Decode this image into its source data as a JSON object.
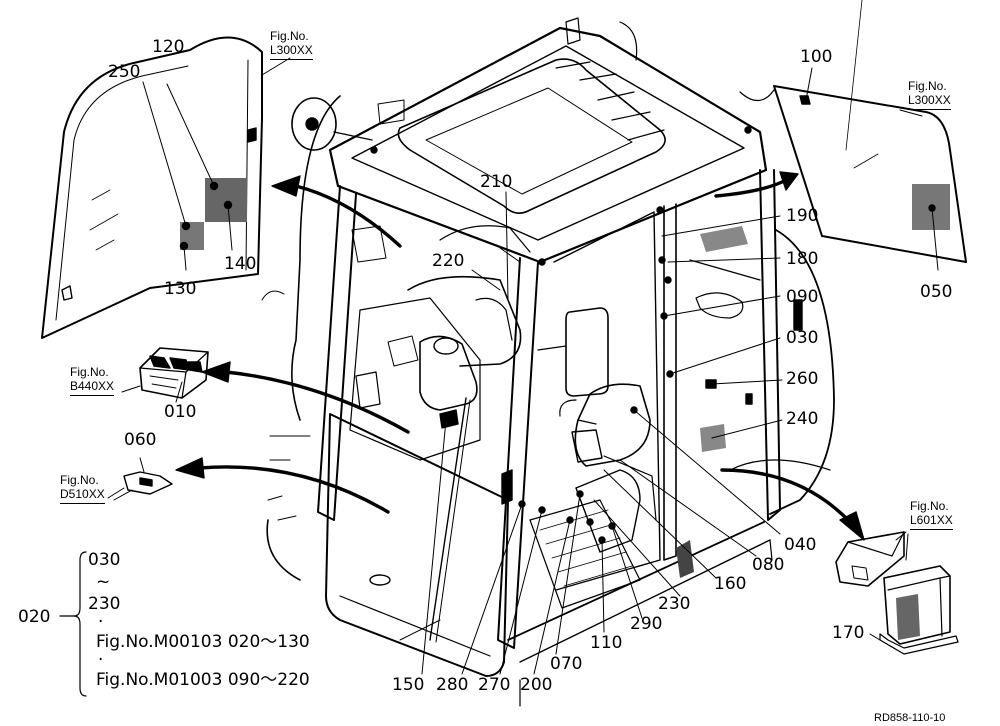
{
  "part_numbers": {
    "p120": "120",
    "p250": "250",
    "p140": "140",
    "p130": "130",
    "p100": "100",
    "p050": "050",
    "p210": "210",
    "p190": "190",
    "p180": "180",
    "p220": "220",
    "p090": "090",
    "p030": "030",
    "p260": "260",
    "p240": "240",
    "p010": "010",
    "p060": "060",
    "p040": "040",
    "p080": "080",
    "p160": "160",
    "p230": "230",
    "p290": "290",
    "p110": "110",
    "p070": "070",
    "p200": "200",
    "p270": "270",
    "p280": "280",
    "p150": "150",
    "p170": "170",
    "p020": "020"
  },
  "figure_refs": {
    "top_left": {
      "label": "Fig.No.",
      "code": "L300XX"
    },
    "top_right": {
      "label": "Fig.No.",
      "code": "L300XX"
    },
    "switch": {
      "label": "Fig.No.",
      "code": "B440XX"
    },
    "bracket": {
      "label": "Fig.No.",
      "code": "D510XX"
    },
    "box": {
      "label": "Fig.No.",
      "code": "L601XX"
    }
  },
  "range_note": {
    "start": "030",
    "tilde": "~",
    "end": "230",
    "dot": "·",
    "line1": "Fig.No.M00103  020～130",
    "line2": "Fig.No.M01003  090～220"
  },
  "drawing_ref": "RD858-110-10"
}
